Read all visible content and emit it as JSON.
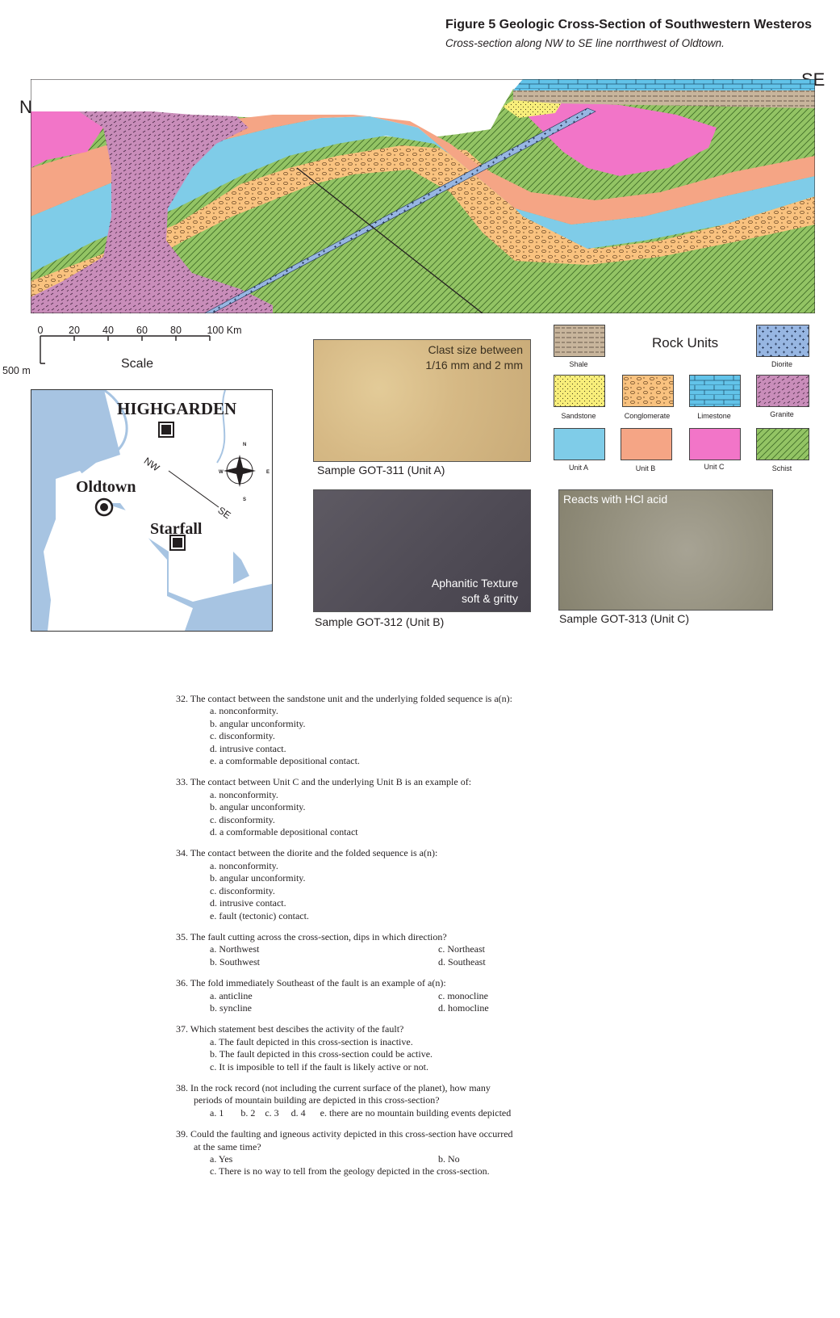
{
  "figure": {
    "title": "Figure 5 Geologic Cross-Section of Southwestern Westeros",
    "subtitle": "Cross-section along NW to SE line norrthwest of  Oldtown."
  },
  "section": {
    "nw_label": "NW",
    "se_label": "SE"
  },
  "scale": {
    "ticks": [
      "0",
      "20",
      "40",
      "60",
      "80",
      "100 Km"
    ],
    "label": "Scale",
    "depth": "500 m"
  },
  "map": {
    "cities": [
      "HIGHGARDEN",
      "Oldtown",
      "Starfall"
    ],
    "line_nw": "NW",
    "line_se": "SE",
    "compass": [
      "N",
      "E",
      "S",
      "W"
    ]
  },
  "samples": {
    "a": {
      "label": "Sample GOT-311 (Unit A)",
      "note_1": "Clast size between",
      "note_2": "1/16 mm and 2 mm"
    },
    "b": {
      "label": "Sample GOT-312  (Unit B)",
      "note_1": "Aphanitic Texture",
      "note_2": "soft & gritty"
    },
    "c": {
      "label": "Sample GOT-313  (Unit C)",
      "note": "Reacts with HCl acid"
    }
  },
  "legend": {
    "title": "Rock Units",
    "units": [
      "Shale",
      "Diorite",
      "Sandstone",
      "Conglomerate",
      "Limestone",
      "Granite",
      "Unit A",
      "Unit B",
      "Unit C",
      "Schist"
    ]
  },
  "colors": {
    "unit_a": "#7fcce8",
    "unit_b": "#f5a585",
    "unit_c": "#f275c8",
    "schist": "#93c464",
    "granite": "#c98dba",
    "conglomerate": "#f9c27f",
    "sandstone": "#f8ee7a",
    "limestone": "#62c3e9",
    "shale": "#c8b59c",
    "diorite": "#97b6e2",
    "sea": "#a7c4e2"
  },
  "questions": [
    {
      "stem": "32. The contact between the sandstone unit and the underlying folded sequence is a(n):",
      "options": [
        "a.   nonconformity.",
        "b.   angular unconformity.",
        "c.   disconformity.",
        "d.   intrusive contact.",
        "e.   a comformable depositional contact."
      ]
    },
    {
      "stem": "33. The contact between Unit C and the underlying Unit B is an example of:",
      "options": [
        "a.   nonconformity.",
        "b.   angular unconformity.",
        "c.   disconformity.",
        "d.   a comformable depositional contact"
      ]
    },
    {
      "stem": "34. The contact between the diorite and the folded sequence is a(n):",
      "options": [
        "a.   nonconformity.",
        "b.   angular unconformity.",
        "c.   disconformity.",
        "d.   intrusive contact.",
        "e.   fault (tectonic) contact."
      ]
    },
    {
      "stem": "35. The fault cutting across the cross-section, dips in which direction?",
      "col1": [
        "a.   Northwest",
        "b.   Southwest"
      ],
      "col2": [
        "c.   Northeast",
        "d.   Southeast"
      ]
    },
    {
      "stem": "36. The fold immediately Southeast of the fault  is an example of a(n):",
      "col1": [
        "a.   anticline",
        "b.   syncline"
      ],
      "col2": [
        "c.   monocline",
        "d.   homocline"
      ]
    },
    {
      "stem": "37. Which statement best descibes the activity of the fault?",
      "options": [
        "a.   The fault depicted in this cross-section is inactive.",
        "b.   The fault depicted in this cross-section could be active.",
        "c.   It is imposible to tell if the fault is likely active or not."
      ]
    },
    {
      "stem": "38. In the rock record (not including the current surface of the planet), how many",
      "stem_cont": "periods of mountain building are depicted in this cross-section?",
      "inline": "a. 1       b. 2    c. 3     d. 4      e. there are no mountain building events depicted"
    },
    {
      "stem": "39. Could the faulting and igneous activity depicted in this cross-section have occurred",
      "stem_cont": "at the same time?",
      "yes": "a.   Yes",
      "no": "b.   No",
      "last": "c.   There is no way to tell from the geology depicted in the cross-section."
    }
  ]
}
